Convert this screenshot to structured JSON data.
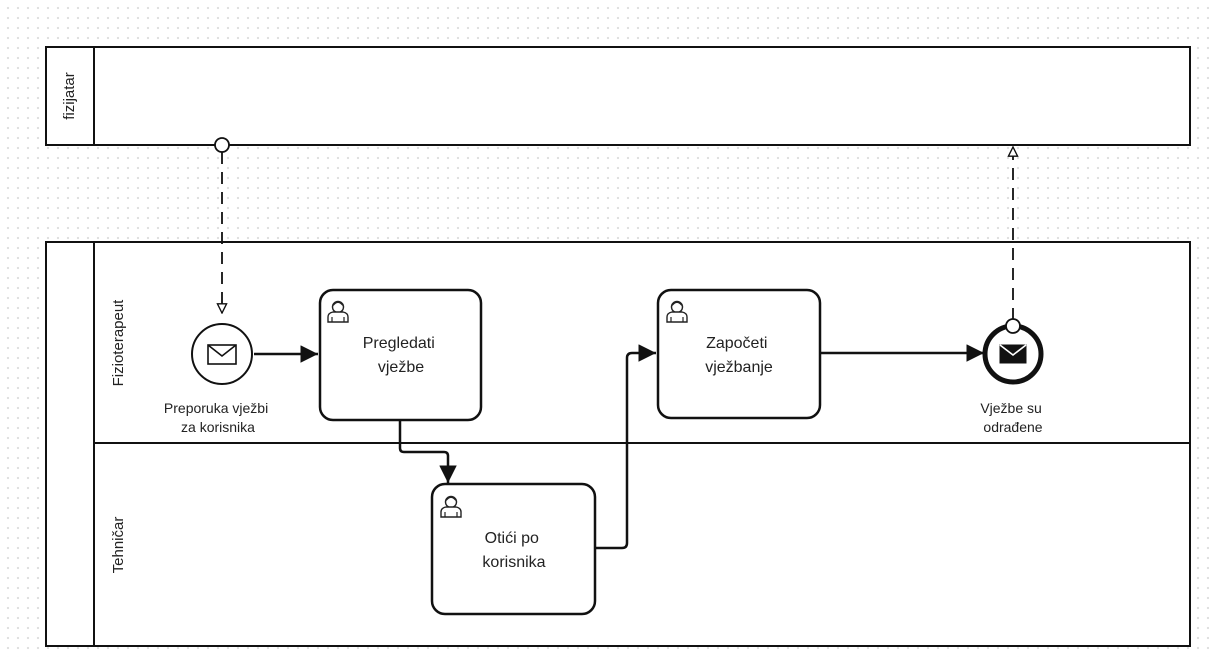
{
  "pools": {
    "external": {
      "label": "fizijatar"
    },
    "main": {
      "lanes": [
        {
          "label": "Fizioterapeut"
        },
        {
          "label": "Tehničar"
        }
      ]
    }
  },
  "events": {
    "start": {
      "type": "message-start",
      "label_lines": [
        "Preporuka vježbi",
        "za korisnika"
      ]
    },
    "end": {
      "type": "message-end",
      "label_lines": [
        "Vježbe su",
        "odrađene"
      ]
    }
  },
  "tasks": {
    "review": {
      "type": "user-task",
      "label_lines": [
        "Pregledati",
        "vježbe"
      ]
    },
    "fetch": {
      "type": "user-task",
      "label_lines": [
        "Otići po",
        "korisnika"
      ]
    },
    "start_exercise": {
      "type": "user-task",
      "label_lines": [
        "Započeti",
        "vježbanje"
      ]
    }
  },
  "flows": {
    "sequence": [
      {
        "from": "start",
        "to": "review"
      },
      {
        "from": "review",
        "to": "fetch"
      },
      {
        "from": "fetch",
        "to": "start_exercise"
      },
      {
        "from": "start_exercise",
        "to": "end"
      }
    ],
    "message": [
      {
        "from": "fizijatar",
        "to": "start"
      },
      {
        "from": "end",
        "to": "fizijatar"
      }
    ]
  }
}
